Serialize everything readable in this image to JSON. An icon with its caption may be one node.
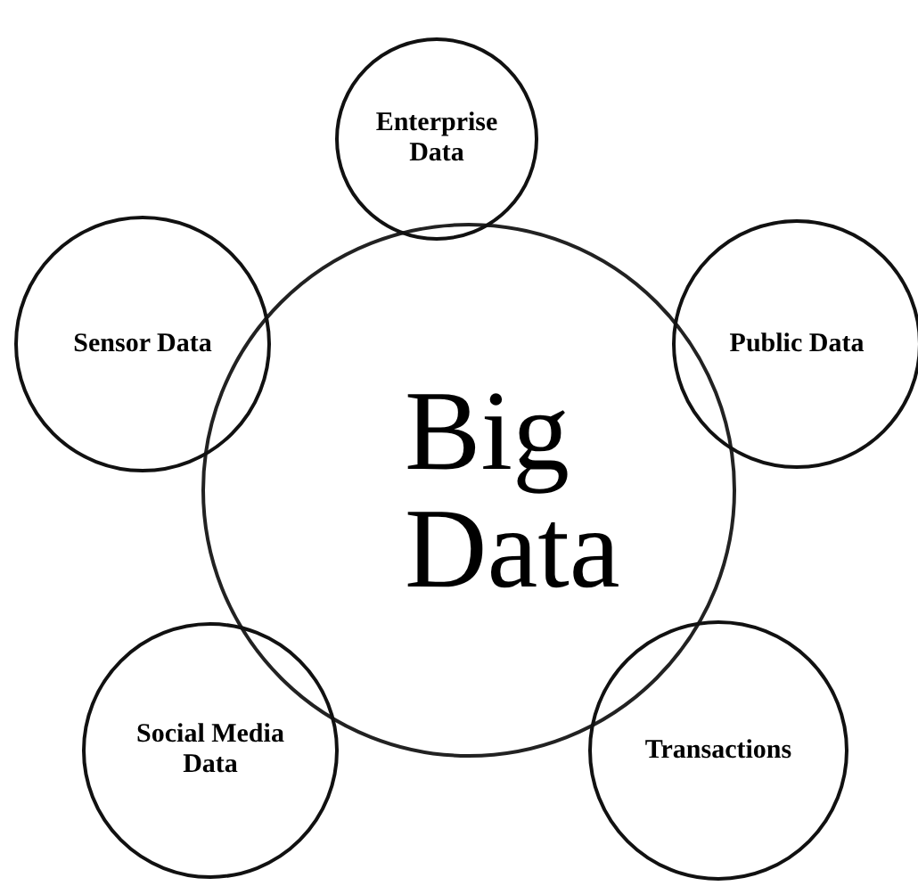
{
  "diagram": {
    "nodes": [
      {
        "text": [
          "Big Data"
        ]
      },
      {
        "text": [
          "Enterprise Data"
        ]
      },
      {
        "text": [
          "Sensor Data"
        ]
      },
      {
        "text": [
          "Public Data"
        ]
      },
      {
        "text": [
          "Social Media Data"
        ]
      },
      {
        "text": [
          "Transactions"
        ]
      }
    ]
  }
}
